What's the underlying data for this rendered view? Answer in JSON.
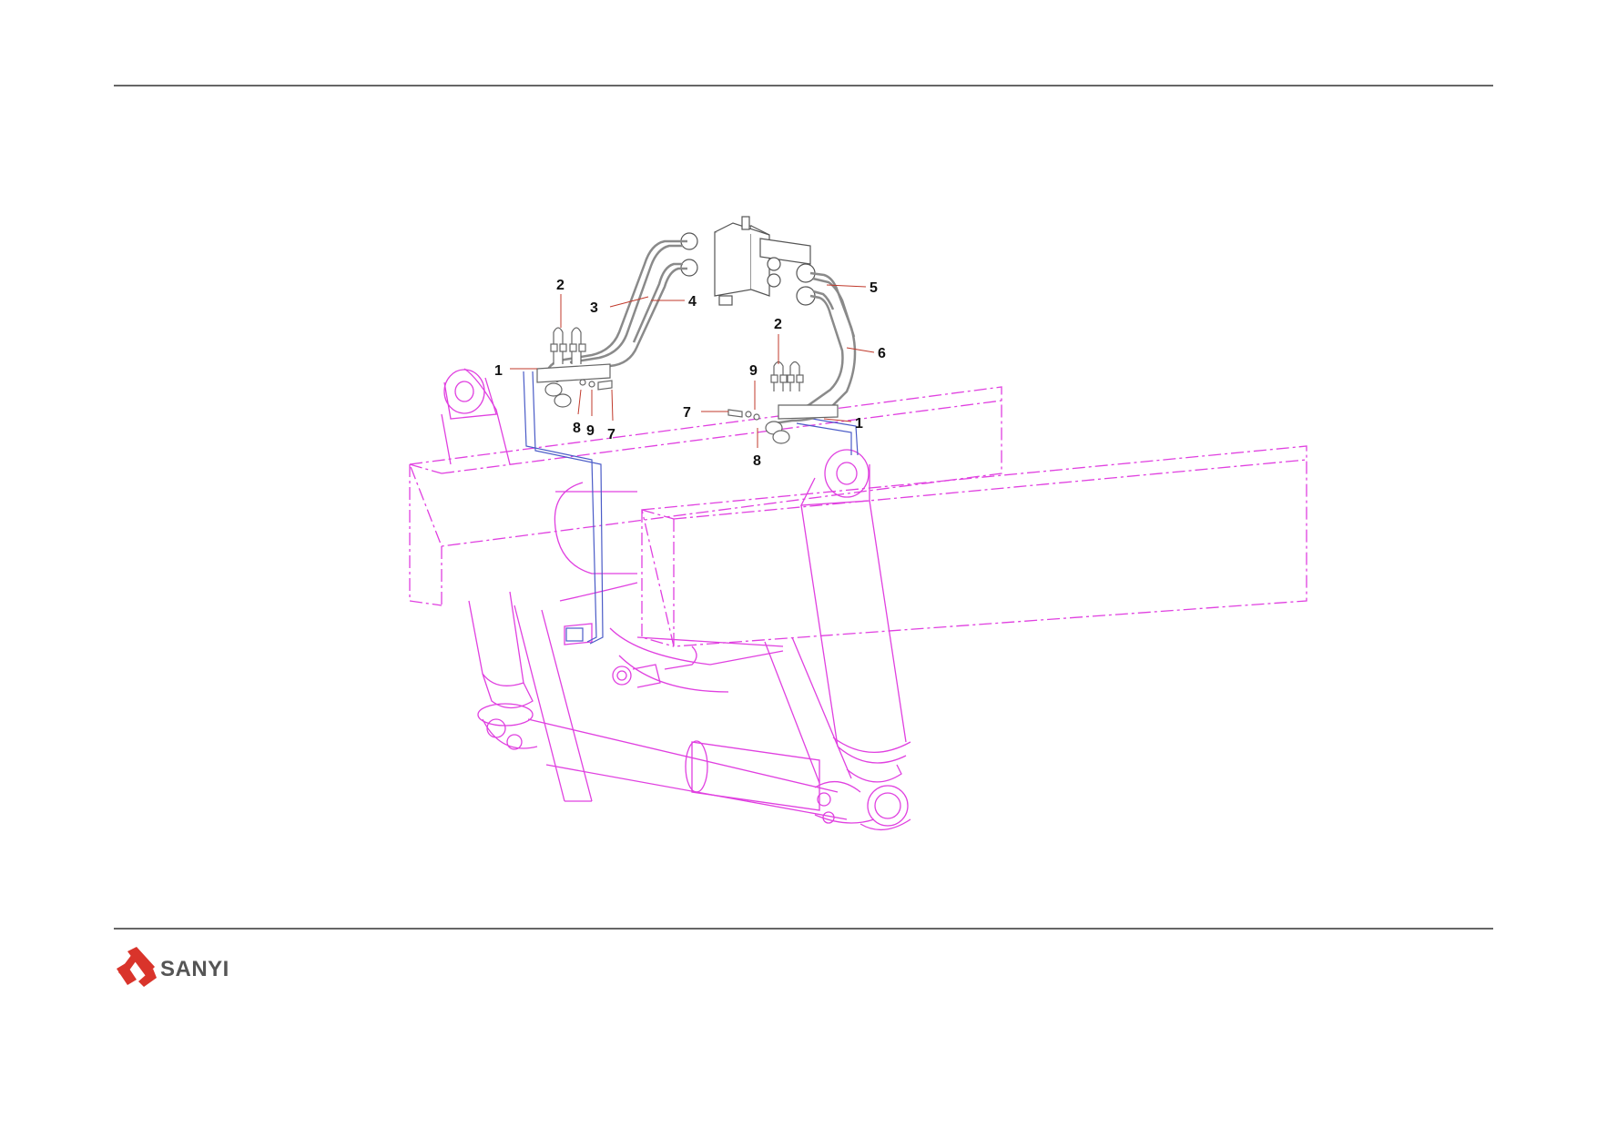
{
  "brand": {
    "name": "SANYI"
  },
  "colors": {
    "frame": "#e040e0",
    "hose": "#8a8a8a",
    "line": "#4a5bc7",
    "leader": "#c0392b",
    "rule": "#333333",
    "logo": "#d9342b"
  },
  "callouts": [
    {
      "id": "c1a",
      "label": "1"
    },
    {
      "id": "c2a",
      "label": "2"
    },
    {
      "id": "c3",
      "label": "3"
    },
    {
      "id": "c4",
      "label": "4"
    },
    {
      "id": "c8a",
      "label": "8"
    },
    {
      "id": "c9a",
      "label": "9"
    },
    {
      "id": "c7a",
      "label": "7"
    },
    {
      "id": "c5",
      "label": "5"
    },
    {
      "id": "c6",
      "label": "6"
    },
    {
      "id": "c2b",
      "label": "2"
    },
    {
      "id": "c9b",
      "label": "9"
    },
    {
      "id": "c7b",
      "label": "7"
    },
    {
      "id": "c1b",
      "label": "1"
    },
    {
      "id": "c8b",
      "label": "8"
    }
  ]
}
